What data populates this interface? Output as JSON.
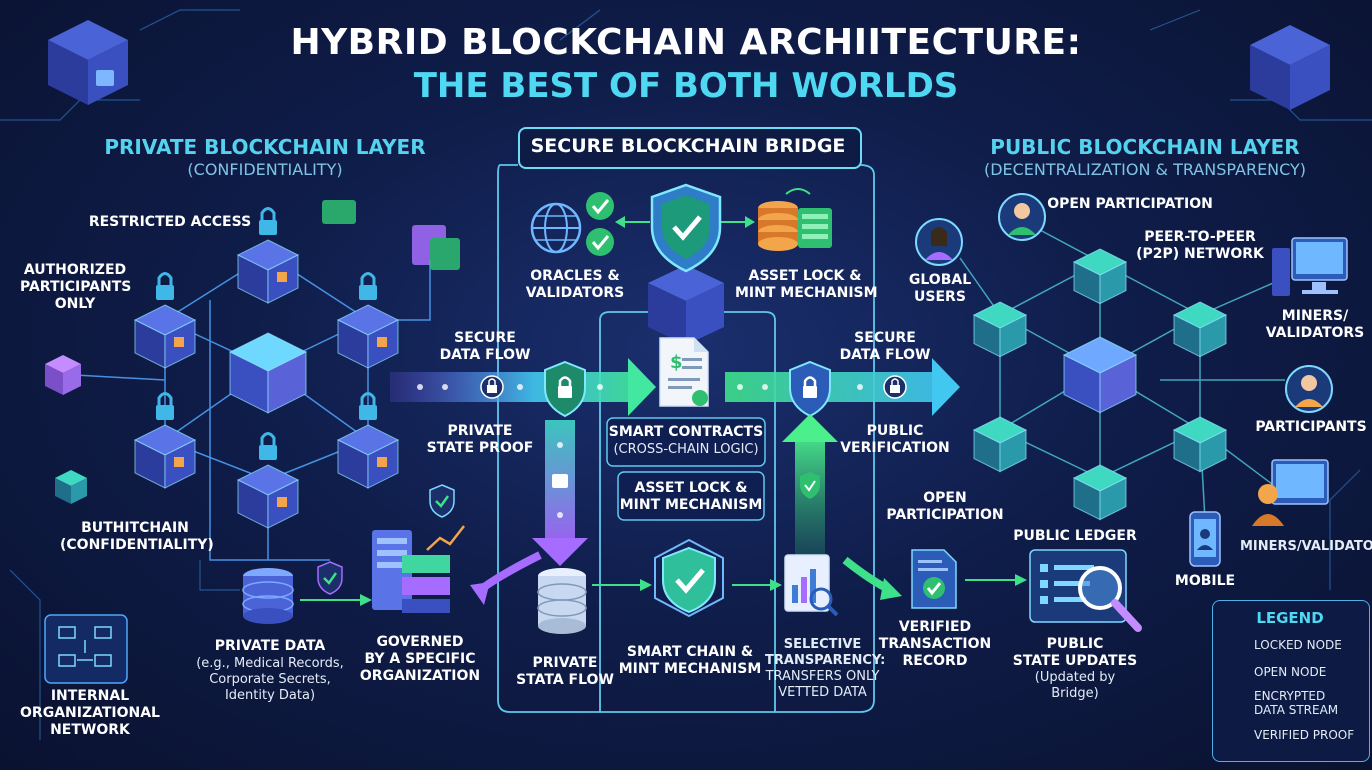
{
  "title": {
    "line1": "HYBRID BLOCKCHAIN ARCHIITECTURE:",
    "line2": "THE BEST OF BOTH WORLDS"
  },
  "private_layer": {
    "heading": "PRIVATE BLOCKCHAIN LAYER",
    "subheading": "(CONFIDENTIALITY)",
    "restricted_access": "RESTRICTED ACCESS",
    "authorized": [
      "AUTHORIZED",
      "PARTICIPANTS",
      "ONLY"
    ],
    "buth_chain": [
      "BUTHITCHAIN",
      "(CONFIDENTIALITY)"
    ],
    "private_data": [
      "PRIVATE DATA",
      "(e.g., Medical Records,",
      "Corporate Secrets,",
      "Identity Data)"
    ],
    "governed": [
      "GOVERNED",
      "BY A SPECIFIC",
      "ORGANIZATION"
    ],
    "internal_network": [
      "INTERNAL",
      "ORGANIZATIONAL",
      "NETWORK"
    ]
  },
  "bridge": {
    "title": "SECURE BLOCKCHAIN BRIDGE",
    "oracles": [
      "ORACLES &",
      "VALIDATORS"
    ],
    "asset_lock_top": [
      "ASSET LOCK &",
      "MINT MECHANISM"
    ],
    "secure_flow_left": [
      "SECURE",
      "DATA FLOW"
    ],
    "secure_flow_right": [
      "SECURE",
      "DATA FLOW"
    ],
    "private_state_proof": [
      "PRIVATE",
      "STATE PROOF"
    ],
    "public_verification": [
      "PUBLIC",
      "VERIFICATION"
    ],
    "smart_contracts": [
      "SMART CONTRACTS",
      "(CROSS-CHAIN LOGIC)"
    ],
    "asset_lock_mid": [
      "ASSET LOCK &",
      "MINT MECHANISM"
    ],
    "private_stata_flow": [
      "PRIVATE",
      "STATA FLOW"
    ],
    "smart_chain": [
      "SMART CHAIN &",
      "MINT MECHANISM"
    ],
    "selective": [
      "SELECTIVE",
      "TRANSPARENCY:",
      "TRANSFERS ONLY",
      "VETTED DATA"
    ]
  },
  "public_layer": {
    "heading": "PUBLIC BLOCKCHAIN LAYER",
    "subheading": "(DECENTRALIZATION & TRANSPARENCY)",
    "open_participation_top": "OPEN PARTICIPATION",
    "p2p": [
      "PEER-TO-PEER",
      "(P2P) NETWORK"
    ],
    "global_users": [
      "GLOBAL",
      "USERS"
    ],
    "miners_validators": [
      "MINERS/",
      "VALIDATORS"
    ],
    "participants": "PARTICIPANTS",
    "open_participation_mid": [
      "OPEN",
      "PARTICIPATION"
    ],
    "public_ledger": "PUBLIC LEDGER",
    "miners_validators2": "MINERS/VALIDATORS",
    "mobile": "MOBILE",
    "verified_record": [
      "VERIFIED",
      "TRANSACTION",
      "RECORD"
    ],
    "public_state": [
      "PUBLIC",
      "STATE UPDATES",
      "(Updated by",
      "Bridge)"
    ]
  },
  "legend": {
    "title": "LEGEND",
    "items": [
      {
        "label": "LOCKED NODE",
        "icon": "lock-icon"
      },
      {
        "label": "OPEN NODE",
        "icon": "hexagon-icon"
      },
      {
        "label": "ENCRYPTED\nDATA STREAM",
        "icon": "arrow-icon"
      },
      {
        "label": "VERIFIED PROOF",
        "icon": "shield-check-icon"
      }
    ]
  },
  "colors": {
    "accent_cyan": "#4fd8f2",
    "accent_green": "#3fe08a",
    "accent_purple": "#a66bff",
    "node_blue": "#3a57c9",
    "lock_orange": "#f2a54a"
  }
}
